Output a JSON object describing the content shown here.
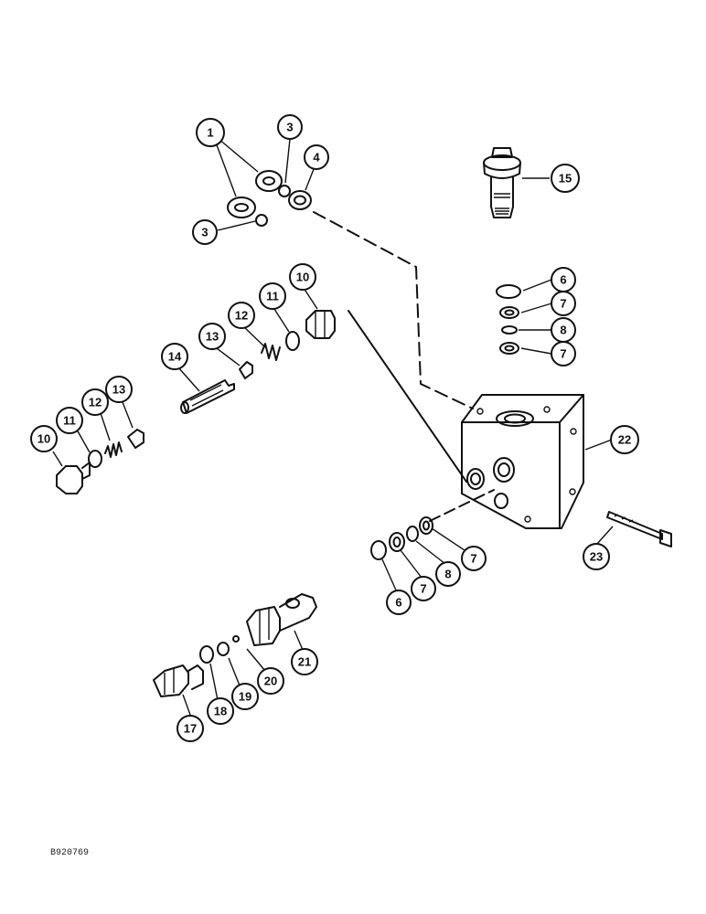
{
  "drawing_id": "B920769",
  "callouts": [
    {
      "id": "c1",
      "label": "1"
    },
    {
      "id": "c3a",
      "label": "3"
    },
    {
      "id": "c4",
      "label": "4"
    },
    {
      "id": "c3b",
      "label": "3"
    },
    {
      "id": "c15",
      "label": "15"
    },
    {
      "id": "c10a",
      "label": "10"
    },
    {
      "id": "c11a",
      "label": "11"
    },
    {
      "id": "c12a",
      "label": "12"
    },
    {
      "id": "c13a",
      "label": "13"
    },
    {
      "id": "c14",
      "label": "14"
    },
    {
      "id": "c6a",
      "label": "6"
    },
    {
      "id": "c7a",
      "label": "7"
    },
    {
      "id": "c8a",
      "label": "8"
    },
    {
      "id": "c7b",
      "label": "7"
    },
    {
      "id": "c22",
      "label": "22"
    },
    {
      "id": "c10b",
      "label": "10"
    },
    {
      "id": "c11b",
      "label": "11"
    },
    {
      "id": "c12b",
      "label": "12"
    },
    {
      "id": "c13b",
      "label": "13"
    },
    {
      "id": "c23",
      "label": "23"
    },
    {
      "id": "c7c",
      "label": "7"
    },
    {
      "id": "c8b",
      "label": "8"
    },
    {
      "id": "c7d",
      "label": "7"
    },
    {
      "id": "c6b",
      "label": "6"
    },
    {
      "id": "c21",
      "label": "21"
    },
    {
      "id": "c20",
      "label": "20"
    },
    {
      "id": "c19",
      "label": "19"
    },
    {
      "id": "c18",
      "label": "18"
    },
    {
      "id": "c17",
      "label": "17"
    }
  ]
}
